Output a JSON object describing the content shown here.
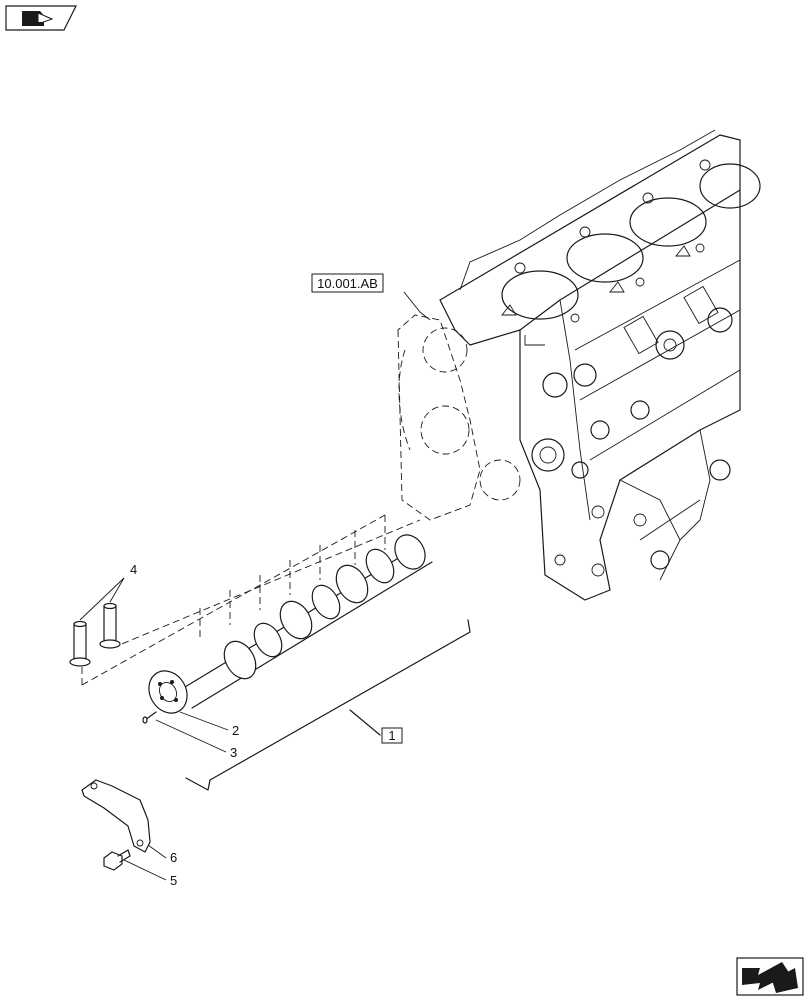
{
  "diagram": {
    "reference_label": "10.001.AB",
    "assembly_label": "1",
    "callouts": [
      {
        "id": "2",
        "label": "2"
      },
      {
        "id": "3",
        "label": "3"
      },
      {
        "id": "4",
        "label": "4"
      },
      {
        "id": "5",
        "label": "5"
      },
      {
        "id": "6",
        "label": "6"
      }
    ]
  },
  "icons": {
    "top_left": "parts-catalog-icon",
    "bottom_right": "next-page-arrow-icon"
  }
}
